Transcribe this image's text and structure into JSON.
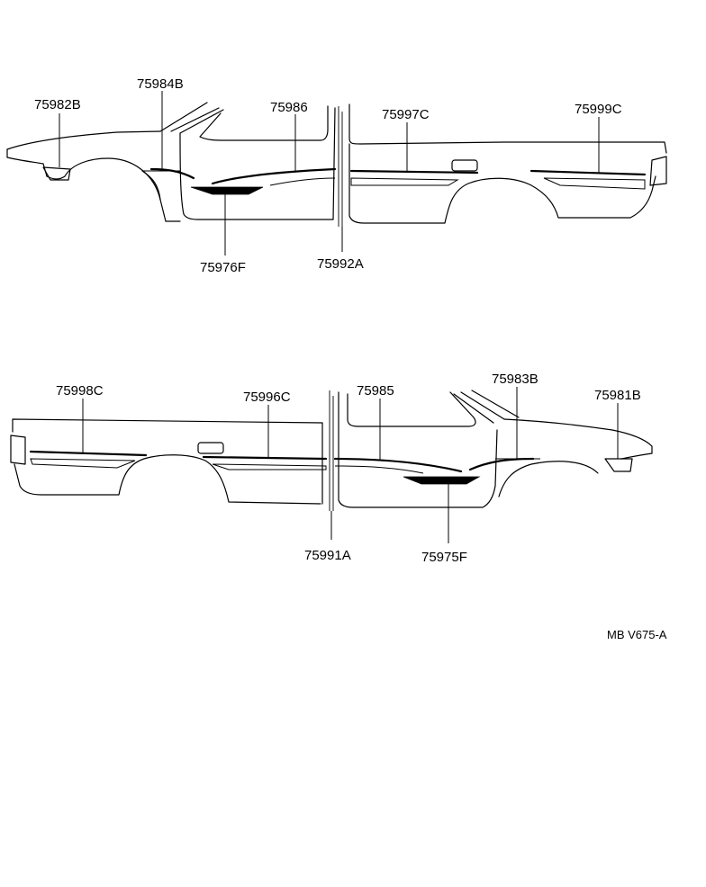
{
  "parts": {
    "upper": {
      "p75982B": "75982B",
      "p75984B": "75984B",
      "p75986": "75986",
      "p75997C": "75997C",
      "p75999C": "75999C",
      "p75976F": "75976F",
      "p75992A": "75992A"
    },
    "lower": {
      "p75998C": "75998C",
      "p75996C": "75996C",
      "p75985": "75985",
      "p75983B": "75983B",
      "p75981B": "75981B",
      "p75991A": "75991A",
      "p75975F": "75975F"
    }
  },
  "drawing_code": "MB V675-A"
}
